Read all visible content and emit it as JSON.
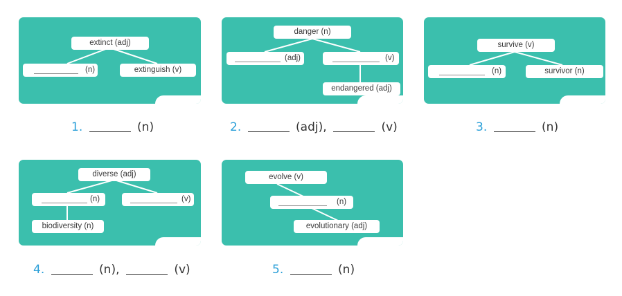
{
  "cards": {
    "c1": {
      "top": "extinct  (adj)",
      "left": "(n)",
      "right": "extinguish (v)"
    },
    "c2": {
      "top": "danger  (n)",
      "left": "(adj)",
      "right": "(v)",
      "bottom": "endangered (adj)"
    },
    "c3": {
      "top": "survive  (v)",
      "left": "(n)",
      "right": "survivor (n)"
    },
    "c4": {
      "top": "diverse (adj)",
      "left": "(n)",
      "right": "(v)",
      "bottom": "biodiversity (n)"
    },
    "c5": {
      "top": "evolve (v)",
      "middle": "(n)",
      "bottom": "evolutionary (adj)"
    }
  },
  "questions": [
    {
      "num": "1.",
      "parts": [
        "(n)"
      ]
    },
    {
      "num": "2.",
      "parts": [
        "(adj),",
        "(v)"
      ]
    },
    {
      "num": "3.",
      "parts": [
        "(n)"
      ]
    },
    {
      "num": "4.",
      "parts": [
        "(n),",
        "(v)"
      ]
    },
    {
      "num": "5.",
      "parts": [
        "(n)"
      ]
    }
  ],
  "colors": {
    "card_bg": "#3bbfad",
    "number": "#2a9fd8",
    "text": "#333333"
  }
}
